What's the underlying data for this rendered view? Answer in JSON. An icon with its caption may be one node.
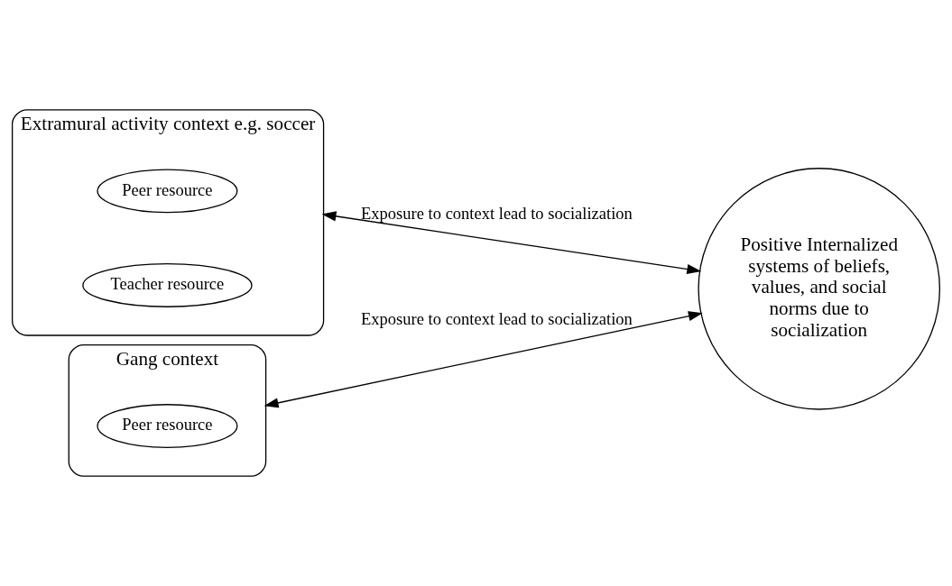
{
  "diagram": {
    "nodes": [
      {
        "text": [
          "Extramural activity context e.g. soccer"
        ]
      },
      {
        "text": [
          "Peer resource"
        ],
        "in": 0
      },
      {
        "text": [
          "Teacher resource"
        ],
        "in": 0
      },
      {
        "text": [
          "Gang context"
        ]
      },
      {
        "text": [
          "Peer resource"
        ],
        "in": 3
      },
      {
        "text": [
          "Positive Internalized systems of beliefs, values, and social norms due to socialization"
        ]
      }
    ],
    "edges": [
      {
        "from": 0,
        "to": 5,
        "arrow": "both",
        "label": "Exposure to context lead to socialization"
      },
      {
        "from": 3,
        "to": 5,
        "arrow": "both",
        "label": "Exposure to context lead to socialization"
      }
    ]
  }
}
